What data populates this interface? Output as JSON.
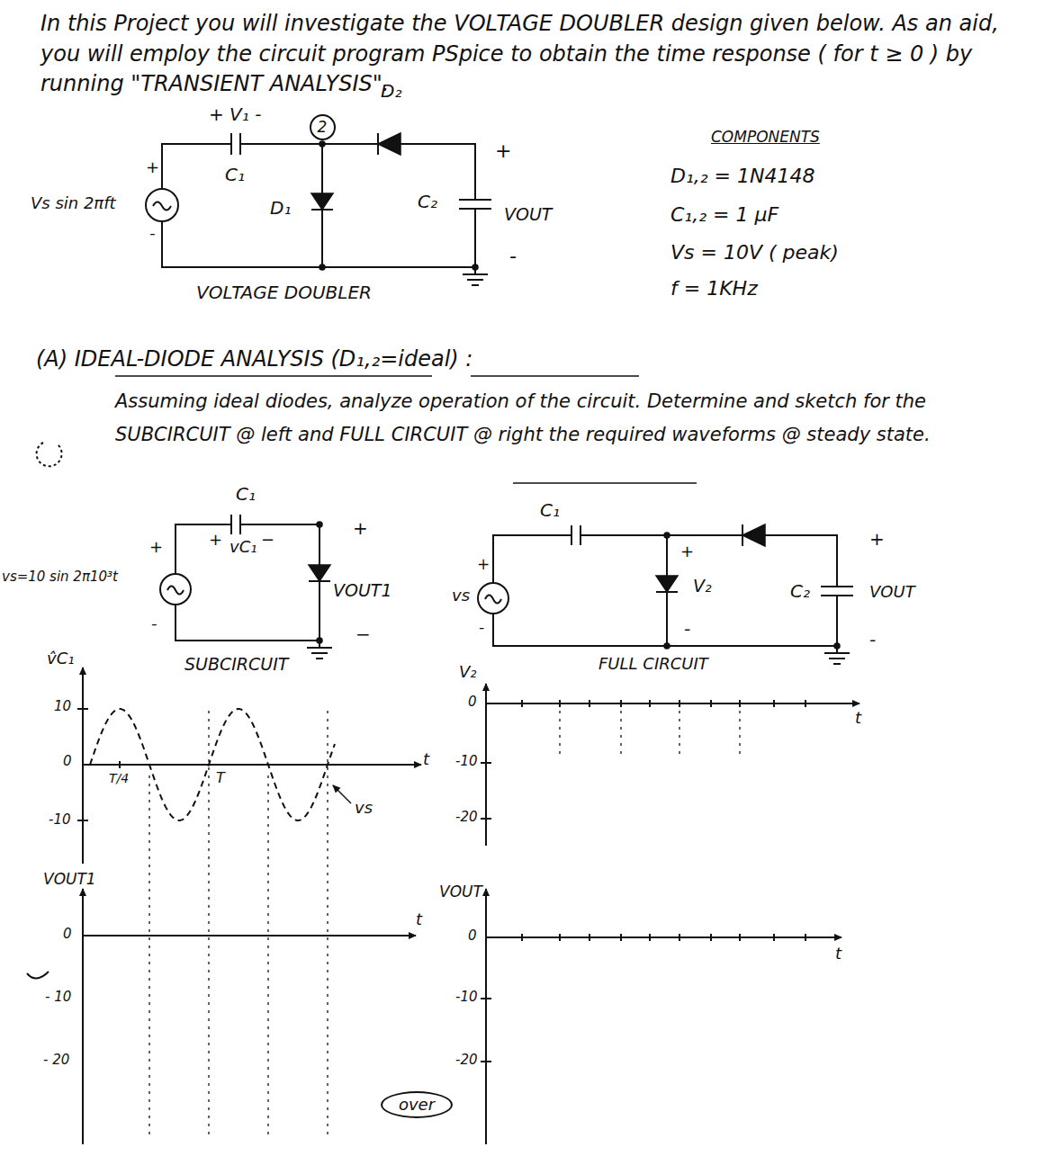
{
  "diagram": {
    "nodes": [
      {
        "text": [
          "2"
        ]
      },
      {
        "text": [
          "over"
        ]
      }
    ],
    "labels": [
      "In this Project you will investigate the VOLTAGE DOUBLER design given below. As an aid, you will employ the circuit program PSpice to obtain the time response ( for t ≥ 0 ) by running \"TRANSIENT ANALYSIS\".",
      "+ V₁ -",
      "D₂",
      "C₁",
      "D₁",
      "C₂",
      "+",
      "VOUT",
      "-",
      "Vs sin 2πft",
      "+",
      "-",
      "VOLTAGE DOUBLER",
      "COMPONENTS",
      "D₁,₂ = 1N4148",
      "C₁,₂ = 1 μF",
      "Vs = 10V ( peak)",
      "f = 1KHz",
      "(A) IDEAL-DIODE ANALYSIS (D₁,₂=ideal) :",
      "Assuming ideal diodes, analyze operation of the circuit. Determine and sketch for the SUBCIRCUIT @ left and FULL CIRCUIT @ right the required waveforms @ steady state.",
      "C₁",
      "+",
      "vC₁",
      "−",
      "+",
      "VOUT1",
      "−",
      "vs=10 sin 2π10³t",
      "+",
      "-",
      "SUBCIRCUIT",
      "v̂C₁",
      "10",
      "0",
      "-10",
      "T/4",
      "T",
      "t",
      "vs",
      "VOUT1",
      "0",
      "- 10",
      "- 20",
      "V₂",
      "0",
      "-10",
      "-20",
      "t",
      "VOUT",
      "0",
      "-10",
      "-20",
      "t",
      "C₁",
      "+",
      "V₂",
      "-",
      "vs",
      "+",
      "-",
      "C₂",
      "+",
      "VOUT",
      "-",
      "FULL CIRCUIT",
      "t"
    ]
  }
}
